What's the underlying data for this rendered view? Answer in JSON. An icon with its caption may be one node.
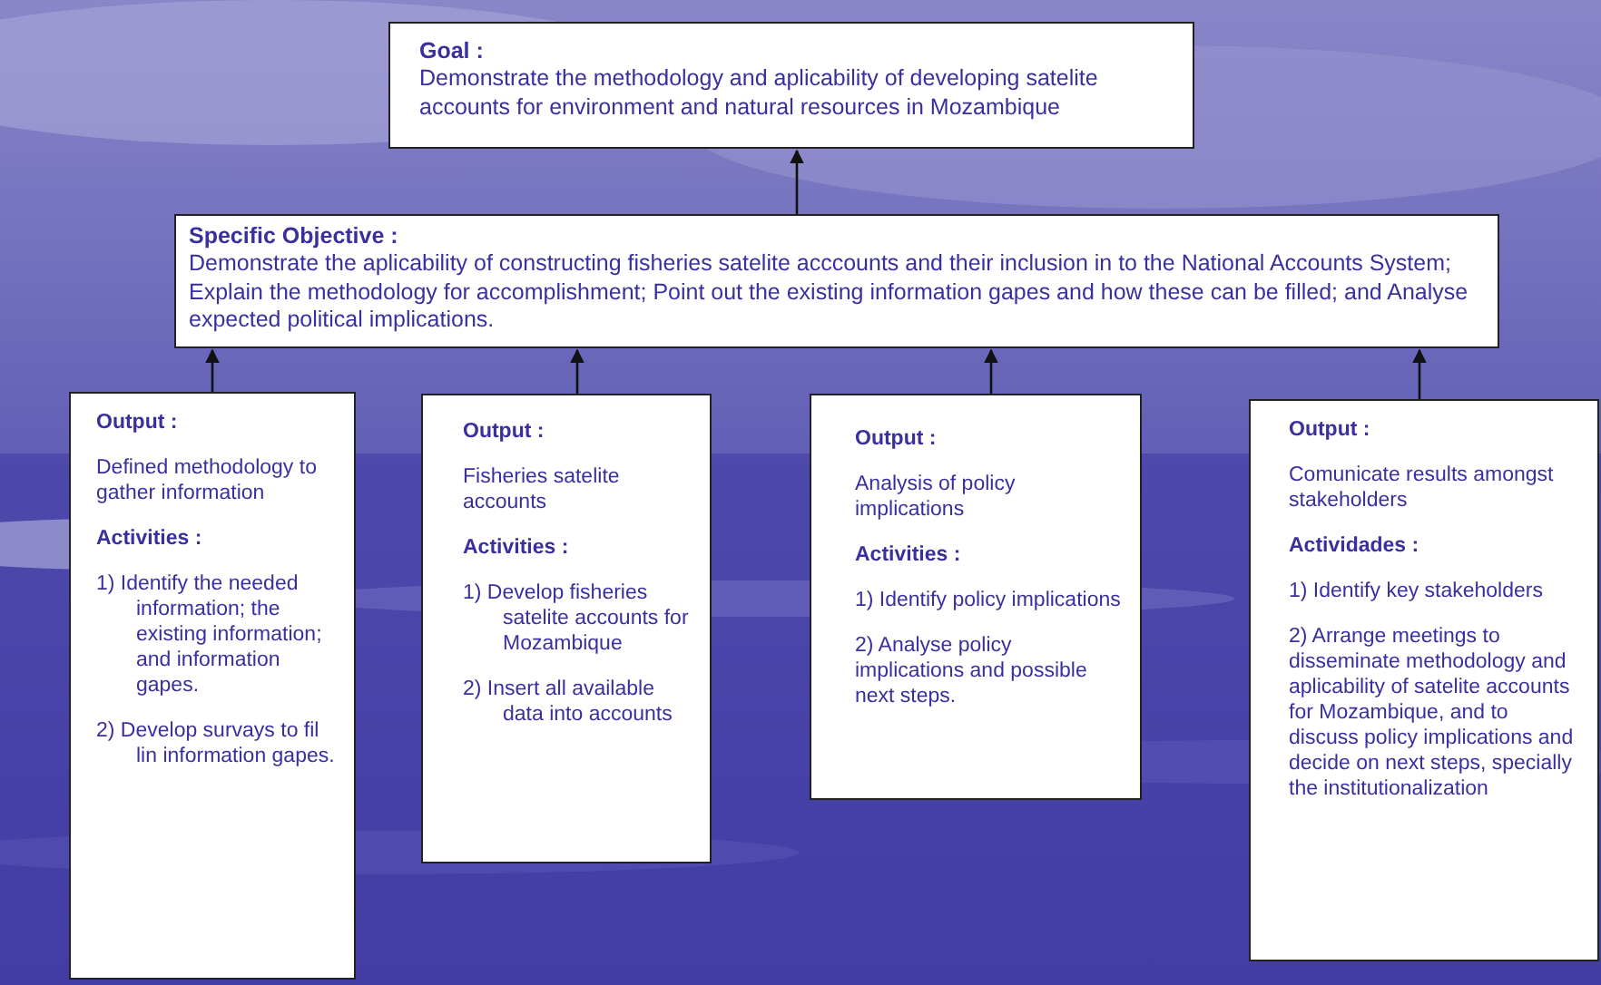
{
  "diagram": {
    "nodes": [
      {
        "text": [
          "Goal :",
          "Demonstrate the methodology and aplicability of developing satelite accounts for environment and natural resources in Mozambique"
        ]
      },
      {
        "text": [
          "Specific Objective :",
          "Demonstrate the aplicability of constructing fisheries satelite acccounts and their inclusion in to the National Accounts System; Explain the methodology for accomplishment; Point out the existing information gapes and how these can be filled; and Analyse expected political implications."
        ]
      },
      {
        "text": [
          "Output :",
          "Defined methodology to gather information",
          "Activities :",
          "1) Identify the needed information; the existing information; and information gapes.",
          "2) Develop survays to fil lin information gapes."
        ]
      },
      {
        "text": [
          "Output :",
          "Fisheries satelite accounts",
          "Activities :",
          "1) Develop fisheries satelite accounts for Mozambique",
          "2) Insert all available data into accounts"
        ]
      },
      {
        "text": [
          "Output :",
          "Analysis of policy implications",
          "Activities :",
          "1) Identify policy implications",
          "2) Analyse policy implications and possible next steps."
        ]
      },
      {
        "text": [
          "Output :",
          "Comunicate results amongst stakeholders",
          "Actividades :",
          "1) Identify key stakeholders",
          "2) Arrange meetings to disseminate methodology and aplicability of satelite accounts for Mozambique, and to discuss policy implications and decide on next steps, specially the institutionalization"
        ]
      }
    ],
    "edges": [
      {
        "from": 1,
        "to": 0,
        "arrow": "to"
      },
      {
        "from": 2,
        "to": 1,
        "arrow": "to"
      },
      {
        "from": 3,
        "to": 1,
        "arrow": "to"
      },
      {
        "from": 4,
        "to": 1,
        "arrow": "to"
      },
      {
        "from": 5,
        "to": 1,
        "arrow": "to"
      }
    ]
  }
}
